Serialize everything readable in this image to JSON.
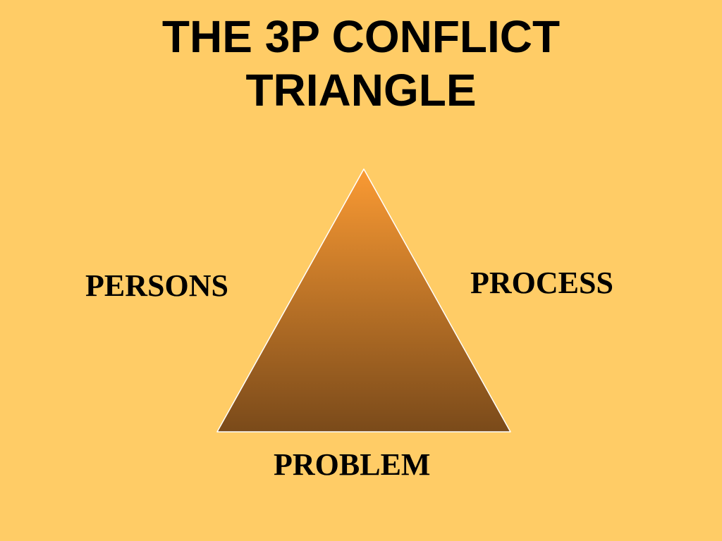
{
  "slide": {
    "title_line1": "THE 3P CONFLICT",
    "title_line2": "TRIANGLE",
    "background_color": "#FFCC66"
  },
  "diagram": {
    "shape": "triangle",
    "gradient_top_color": "#FA9A33",
    "gradient_bottom_color": "#7A4A1A",
    "labels": {
      "left": "PERSONS",
      "right": "PROCESS",
      "bottom": "PROBLEM"
    }
  }
}
